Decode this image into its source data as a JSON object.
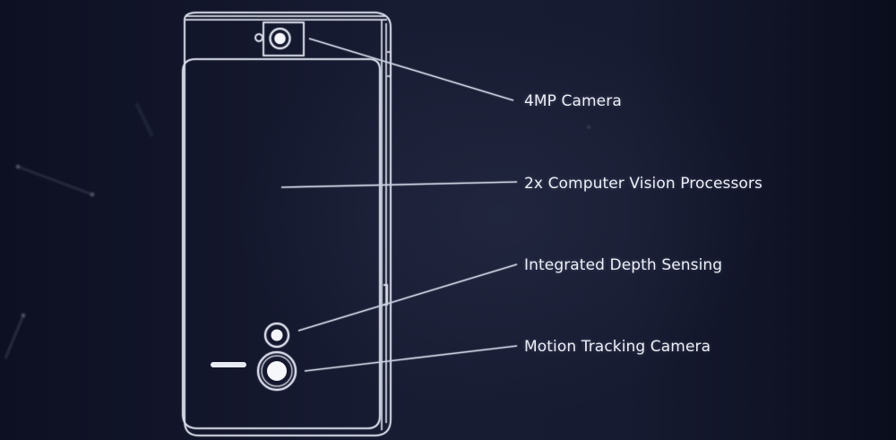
{
  "diagram": {
    "subject": "smartphone rear outline",
    "colors": {
      "background_dark": "#0d1022",
      "background_mid": "#181c33",
      "outline": "#d7dbe8",
      "text": "#eef0f6"
    },
    "callouts": [
      {
        "id": "camera-4mp",
        "label": "4MP Camera"
      },
      {
        "id": "vision-processors",
        "label": "2x Computer Vision Processors"
      },
      {
        "id": "depth-sensing",
        "label": "Integrated Depth Sensing"
      },
      {
        "id": "motion-tracking",
        "label": "Motion Tracking Camera"
      }
    ]
  }
}
